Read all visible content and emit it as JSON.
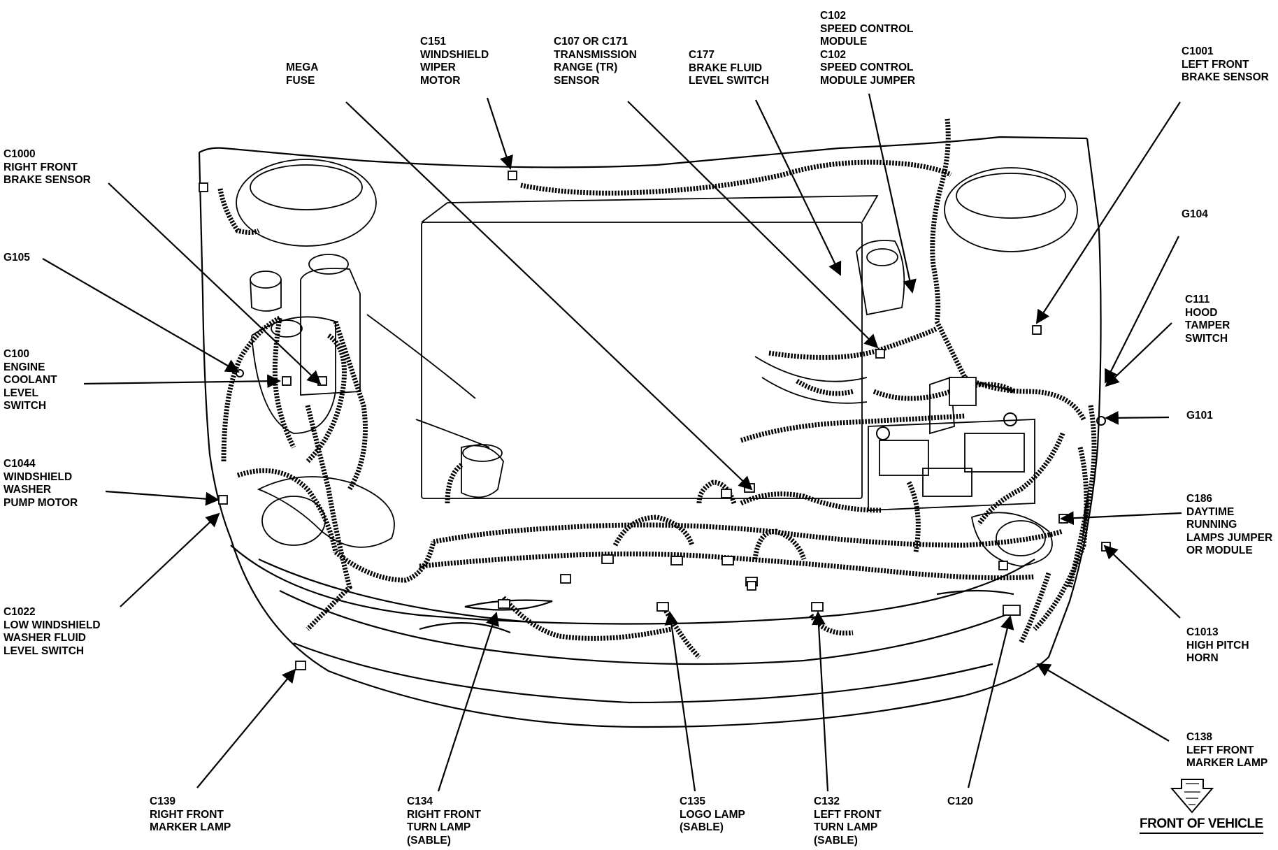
{
  "callouts": [
    {
      "id": "mega-fuse",
      "lines": [
        "MEGA",
        "FUSE"
      ]
    },
    {
      "id": "c151",
      "lines": [
        "C151",
        "WINDSHIELD",
        "WIPER",
        "MOTOR"
      ]
    },
    {
      "id": "c107",
      "lines": [
        "C107 OR C171",
        "TRANSMISSION",
        "RANGE (TR)",
        "SENSOR"
      ]
    },
    {
      "id": "c177",
      "lines": [
        "C177",
        "BRAKE FLUID",
        "LEVEL SWITCH"
      ]
    },
    {
      "id": "c102",
      "lines": [
        "C102",
        "SPEED CONTROL",
        "MODULE",
        "C102",
        "SPEED CONTROL",
        "MODULE JUMPER"
      ]
    },
    {
      "id": "c1001",
      "lines": [
        "C1001",
        "LEFT FRONT",
        "BRAKE SENSOR"
      ]
    },
    {
      "id": "c1000",
      "lines": [
        "C1000",
        "RIGHT FRONT",
        "BRAKE SENSOR"
      ]
    },
    {
      "id": "g105",
      "lines": [
        "G105"
      ]
    },
    {
      "id": "c100",
      "lines": [
        "C100",
        "ENGINE",
        "COOLANT",
        "LEVEL",
        "SWITCH"
      ]
    },
    {
      "id": "c1044",
      "lines": [
        "C1044",
        "WINDSHIELD",
        "WASHER",
        "PUMP MOTOR"
      ]
    },
    {
      "id": "c1022",
      "lines": [
        "C1022",
        "LOW WINDSHIELD",
        "WASHER FLUID",
        "LEVEL SWITCH"
      ]
    },
    {
      "id": "g104",
      "lines": [
        "G104"
      ]
    },
    {
      "id": "c111",
      "lines": [
        "C111",
        "HOOD",
        "TAMPER",
        "SWITCH"
      ]
    },
    {
      "id": "g101",
      "lines": [
        "G101"
      ]
    },
    {
      "id": "c186",
      "lines": [
        "C186",
        "DAYTIME",
        "RUNNING",
        "LAMPS JUMPER",
        "OR MODULE"
      ]
    },
    {
      "id": "c1013",
      "lines": [
        "C1013",
        "HIGH PITCH",
        "HORN"
      ]
    },
    {
      "id": "c138",
      "lines": [
        "C138",
        "LEFT FRONT",
        "MARKER LAMP"
      ]
    },
    {
      "id": "c139",
      "lines": [
        "C139",
        "RIGHT FRONT",
        "MARKER LAMP"
      ]
    },
    {
      "id": "c134",
      "lines": [
        "C134",
        "RIGHT FRONT",
        "TURN LAMP",
        "(SABLE)"
      ]
    },
    {
      "id": "c135",
      "lines": [
        "C135",
        "LOGO LAMP",
        "(SABLE)"
      ]
    },
    {
      "id": "c132",
      "lines": [
        "C132",
        "LEFT FRONT",
        "TURN LAMP",
        "(SABLE)"
      ]
    },
    {
      "id": "c120",
      "lines": [
        "C120"
      ]
    }
  ],
  "front_indicator": {
    "label": "FRONT OF VEHICLE"
  }
}
